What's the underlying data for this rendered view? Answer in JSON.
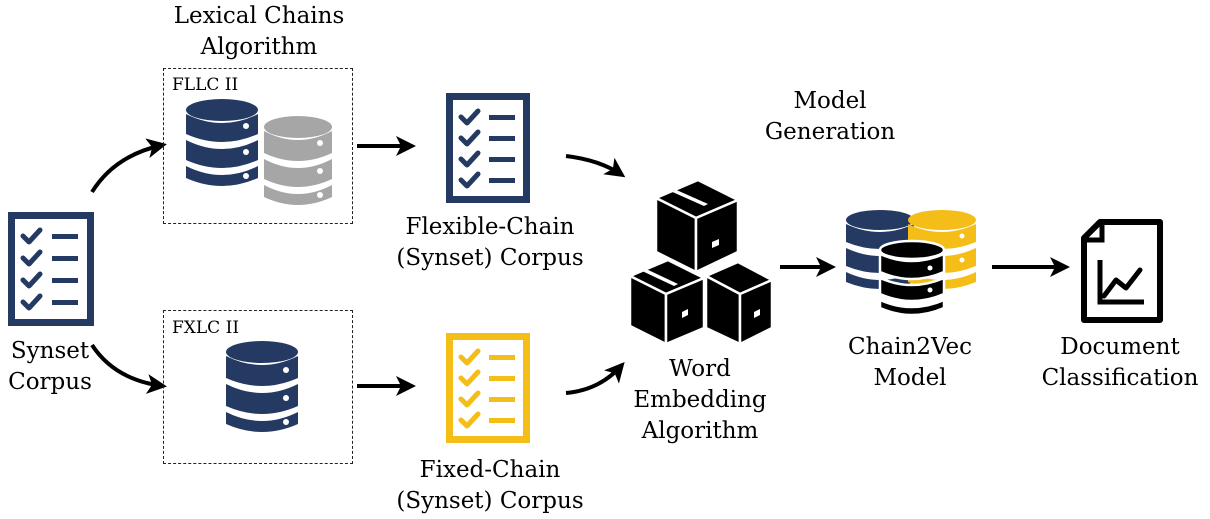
{
  "colors": {
    "navy": "#243a63",
    "gray": "#a6a6a6",
    "gold": "#f5bd17",
    "black": "#000000"
  },
  "labels": {
    "synset_corpus": [
      "Synset",
      "Corpus"
    ],
    "lexical_chains_algorithm": [
      "Lexical Chains",
      "Algorithm"
    ],
    "fllc": "FLLC II",
    "fxlc": "FXLC II",
    "flexible_chain_corpus": [
      "Flexible-Chain",
      "(Synset) Corpus"
    ],
    "fixed_chain_corpus": [
      "Fixed-Chain",
      "(Synset) Corpus"
    ],
    "model_generation": [
      "Model",
      "Generation"
    ],
    "word_embedding_algorithm": [
      "Word",
      "Embedding",
      "Algorithm"
    ],
    "chain2vec_model": [
      "Chain2Vec",
      "Model"
    ],
    "document_classification": [
      "Document",
      "Classification"
    ]
  },
  "icons": {
    "synset_corpus": "checklist-icon",
    "fllc_databases": "database-icon",
    "fxlc_database": "database-icon",
    "flexible_corpus": "checklist-icon",
    "fixed_corpus": "checklist-icon",
    "embedding": "boxes-icon",
    "chain2vec": "database-icon",
    "classification": "chart-document-icon"
  }
}
